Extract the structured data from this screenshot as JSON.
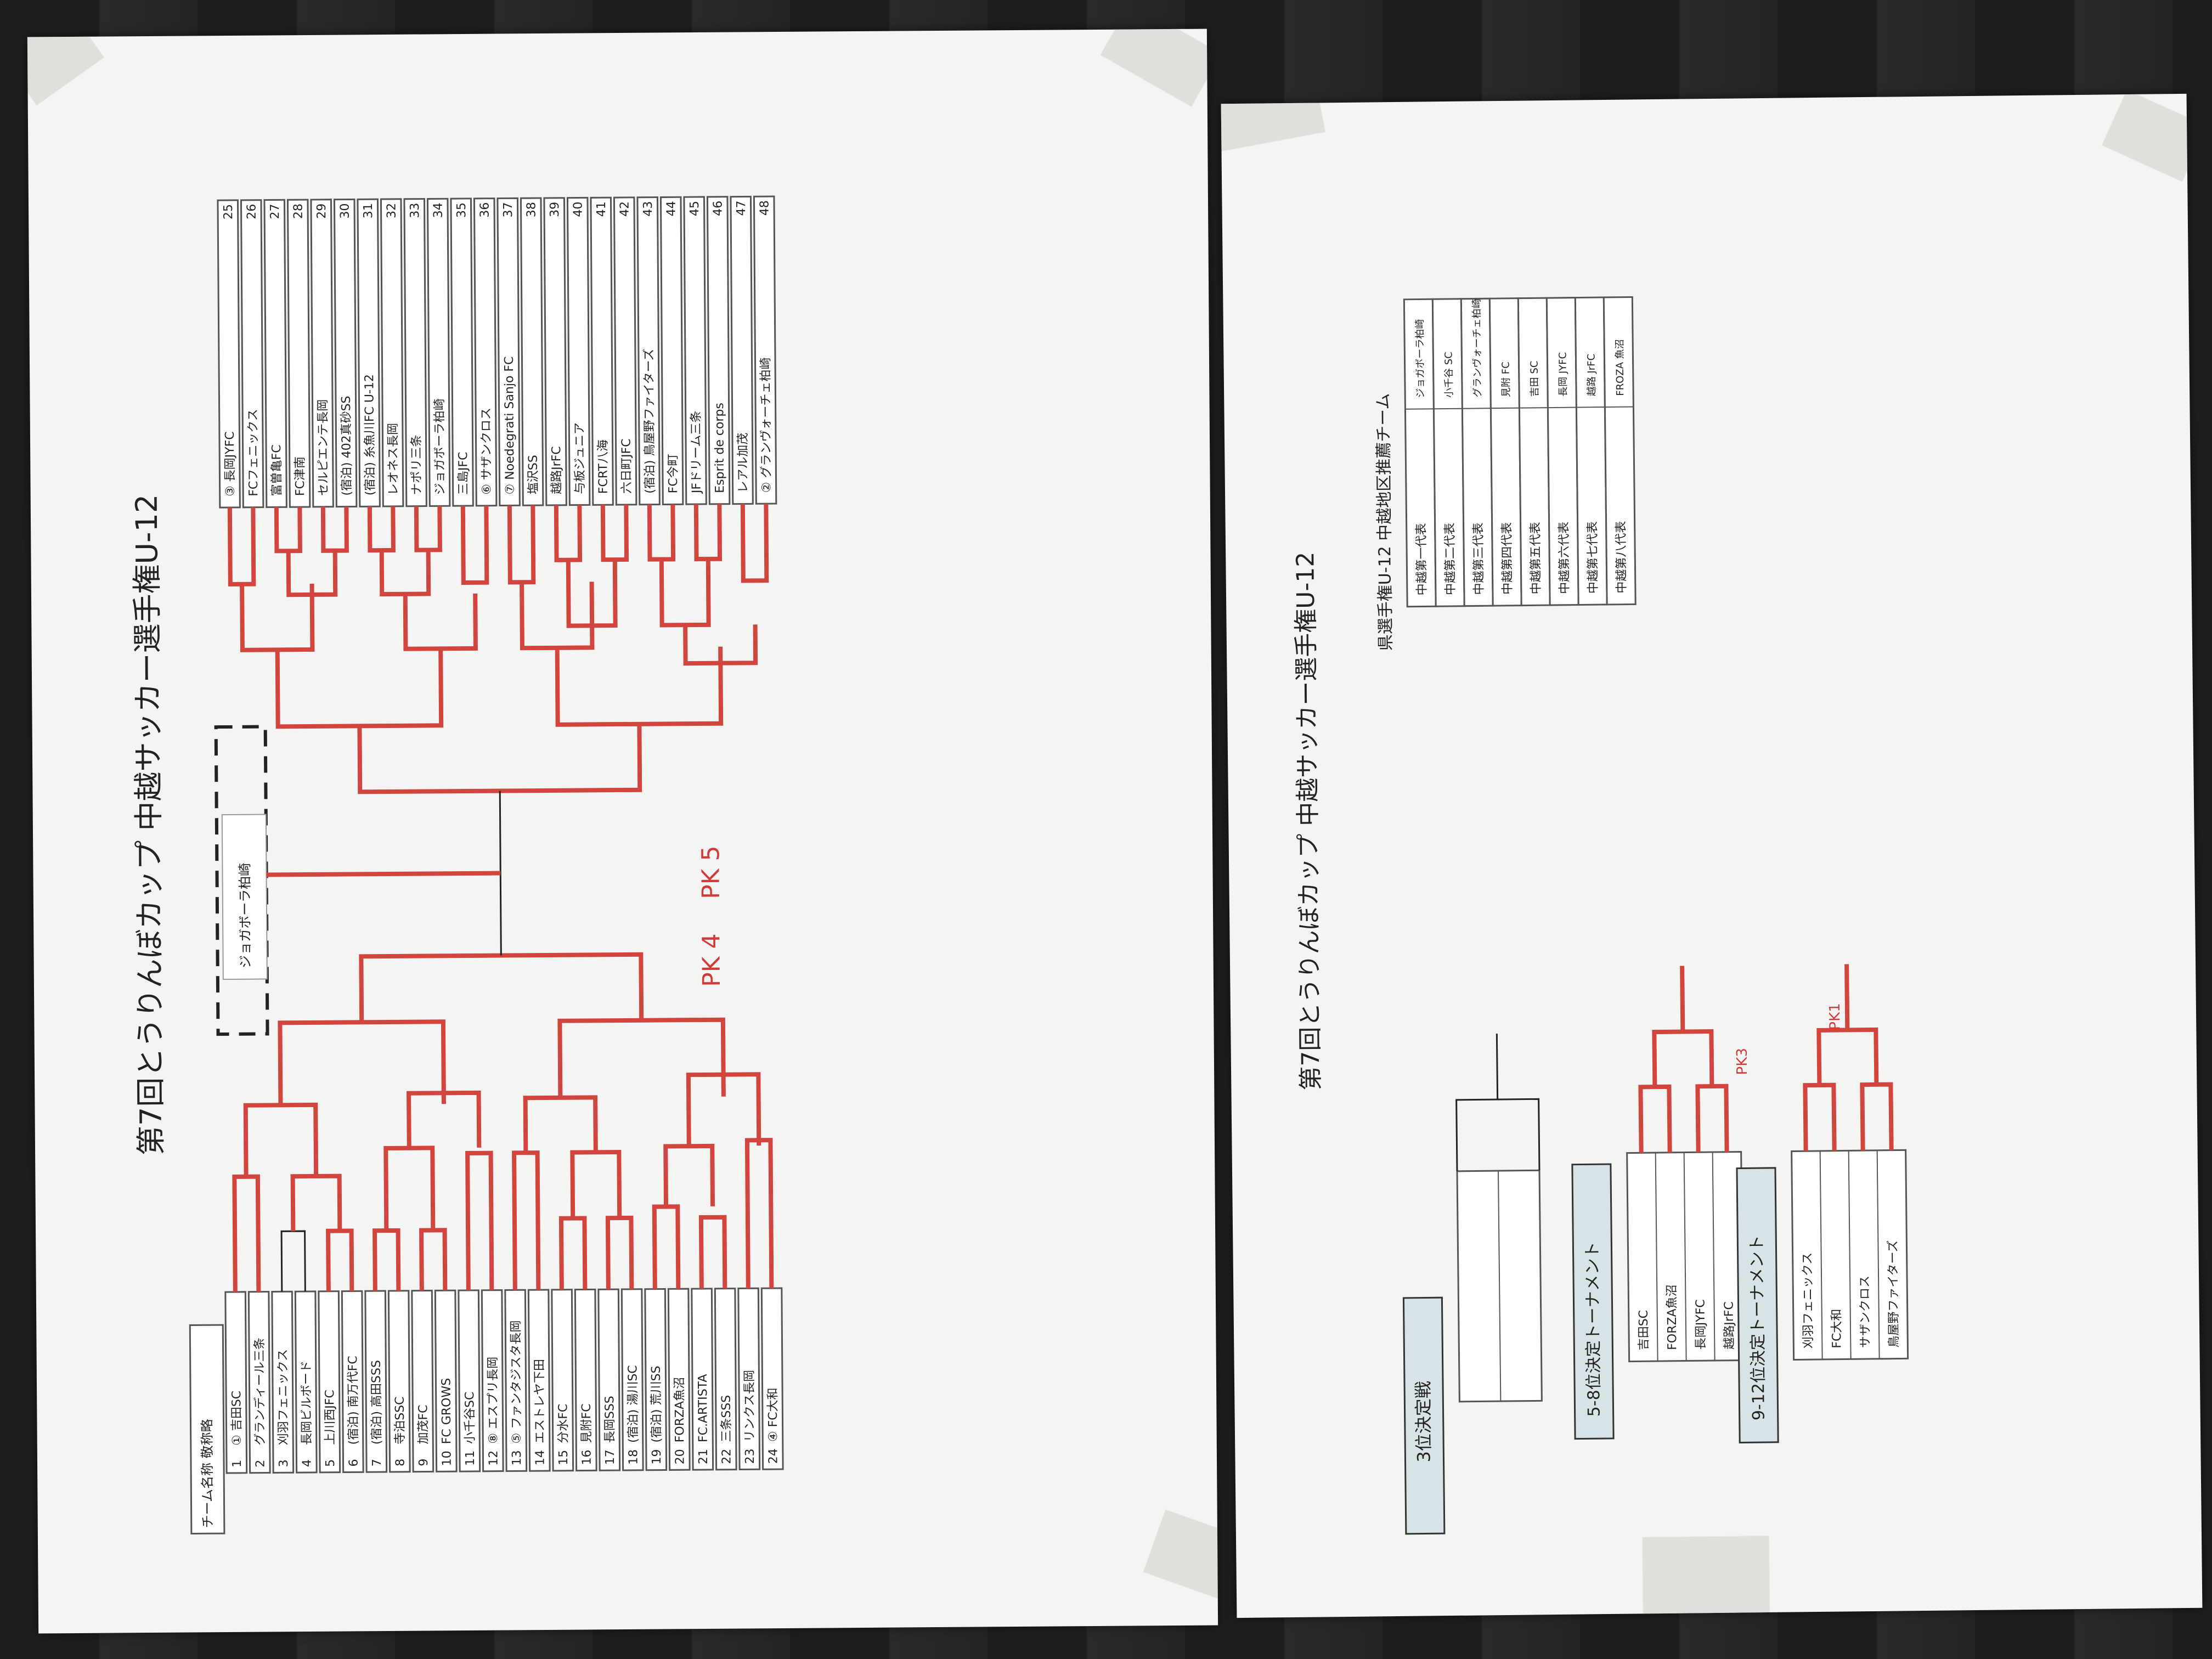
{
  "left": {
    "title": "第7回とうりんぼカップ 中越サッカー選手権U-12",
    "header_label": "チーム名称 敬称略",
    "teams_a": [
      {
        "no": "1",
        "name": "① 吉田SC"
      },
      {
        "no": "2",
        "name": "グランディール三条"
      },
      {
        "no": "3",
        "name": "刈羽フェニックス"
      },
      {
        "no": "4",
        "name": "長岡ビルボード"
      },
      {
        "no": "5",
        "name": "上川西JFC"
      },
      {
        "no": "6",
        "name": "(宿泊) 南万代FC"
      },
      {
        "no": "7",
        "name": "(宿泊) 高田SSS"
      },
      {
        "no": "8",
        "name": "寺泊SSC"
      },
      {
        "no": "9",
        "name": "加茂FC"
      },
      {
        "no": "10",
        "name": "FC GROWS"
      },
      {
        "no": "11",
        "name": "小千谷SC"
      },
      {
        "no": "12",
        "name": "⑧ エスプリ長岡"
      },
      {
        "no": "13",
        "name": "⑤ ファンタジスタ長岡"
      },
      {
        "no": "14",
        "name": "エストレヤ下田"
      },
      {
        "no": "15",
        "name": "分水FC"
      },
      {
        "no": "16",
        "name": "見附FC"
      },
      {
        "no": "17",
        "name": "長岡SSS"
      },
      {
        "no": "18",
        "name": "(宿泊) 湯川SC"
      },
      {
        "no": "19",
        "name": "(宿泊) 荒川SS"
      },
      {
        "no": "20",
        "name": "FORZA魚沼"
      },
      {
        "no": "21",
        "name": "FC.ARTISTA"
      },
      {
        "no": "22",
        "name": "三条SSS"
      },
      {
        "no": "23",
        "name": "リンクス長岡"
      },
      {
        "no": "24",
        "name": "④ FC大和"
      }
    ],
    "teams_b": [
      {
        "no": "25",
        "name": "③ 長岡JYFC"
      },
      {
        "no": "26",
        "name": "FCフェニックス"
      },
      {
        "no": "27",
        "name": "富曽亀FC"
      },
      {
        "no": "28",
        "name": "FC津南"
      },
      {
        "no": "29",
        "name": "セルピエンテ長岡"
      },
      {
        "no": "30",
        "name": "(宿泊) 402真砂SS"
      },
      {
        "no": "31",
        "name": "(宿泊) 糸魚川FC U-12"
      },
      {
        "no": "32",
        "name": "レオネス長岡"
      },
      {
        "no": "33",
        "name": "ナポリ三条"
      },
      {
        "no": "34",
        "name": "ジョガボーラ柏崎"
      },
      {
        "no": "35",
        "name": "三島JFC"
      },
      {
        "no": "36",
        "name": "⑥ サザンクロス"
      },
      {
        "no": "37",
        "name": "⑦ Noedegrati Sanjo FC"
      },
      {
        "no": "38",
        "name": "塩沢SS"
      },
      {
        "no": "39",
        "name": "越路JrFC"
      },
      {
        "no": "40",
        "name": "与板ジュニア"
      },
      {
        "no": "41",
        "name": "FCRT八海"
      },
      {
        "no": "42",
        "name": "六日町JFC"
      },
      {
        "no": "43",
        "name": "(宿泊) 鳥屋野ファイターズ"
      },
      {
        "no": "44",
        "name": "FC今町"
      },
      {
        "no": "45",
        "name": "JFドリーム三条"
      },
      {
        "no": "46",
        "name": "Esprit de corps"
      },
      {
        "no": "47",
        "name": "レアル加茂"
      },
      {
        "no": "48",
        "name": "② グランヴォーチェ柏崎"
      }
    ],
    "champion_label": "ジョガボーラ柏崎",
    "final_notes": [
      "PK 5",
      "PK 4"
    ]
  },
  "right": {
    "title": "第7回とうりんぼカップ 中越サッカー選手権U-12",
    "rec_title": "県選手権U-12 中越地区推薦チーム",
    "rec_rows": [
      {
        "label": "中越第一代表",
        "team": "ジョガボーラ柏崎"
      },
      {
        "label": "中越第二代表",
        "team": "小千谷 SC"
      },
      {
        "label": "中越第三代表",
        "team": "グランヴォーチェ柏崎"
      },
      {
        "label": "中越第四代表",
        "team": "見附 FC"
      },
      {
        "label": "中越第五代表",
        "team": "吉田 SC"
      },
      {
        "label": "中越第六代表",
        "team": "長岡 JYFC"
      },
      {
        "label": "中越第七代表",
        "team": "越路 JrFC"
      },
      {
        "label": "中越第八代表",
        "team": "FROZA 魚沼"
      }
    ],
    "third_place_label": "3位決定戦",
    "five_eight_label": "5-8位決定トーナメント",
    "five_eight_teams": [
      "吉田SC",
      "FORZA魚沼",
      "長岡JYFC",
      "越路JrFC"
    ],
    "nine_twelve_label": "9-12位決定トーナメント",
    "nine_twelve_teams": [
      "刈羽フェニックス",
      "FC大和",
      "サザンクロス",
      "鳥屋野ファイターズ"
    ],
    "notes": [
      "PK3",
      "PK1"
    ]
  }
}
